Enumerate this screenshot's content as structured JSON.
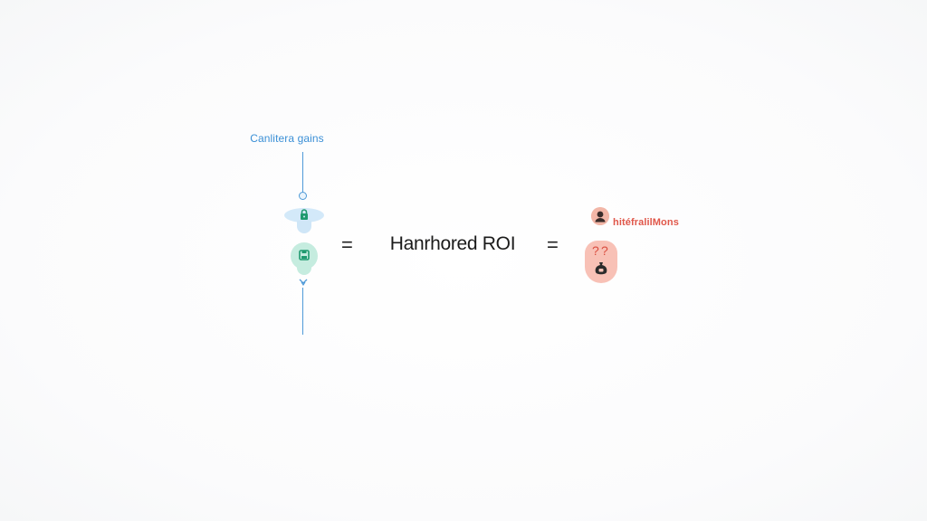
{
  "left": {
    "label": "Canlitera gains",
    "icons": [
      "lock-icon",
      "floppy-save-icon",
      "chevron-icon"
    ]
  },
  "center": {
    "title": "Hanrhored ROI",
    "left_symbol": "=",
    "right_symbol": "="
  },
  "right": {
    "label": "hitéfralilMons",
    "icons": [
      "avatar-icon",
      "question-icon",
      "money-bag-icon"
    ]
  },
  "colors": {
    "blue_accent": "#4f9ad8",
    "green_accent": "#1f9a6f",
    "red_accent": "#e0574a",
    "text_dark": "#1b1b1b"
  }
}
